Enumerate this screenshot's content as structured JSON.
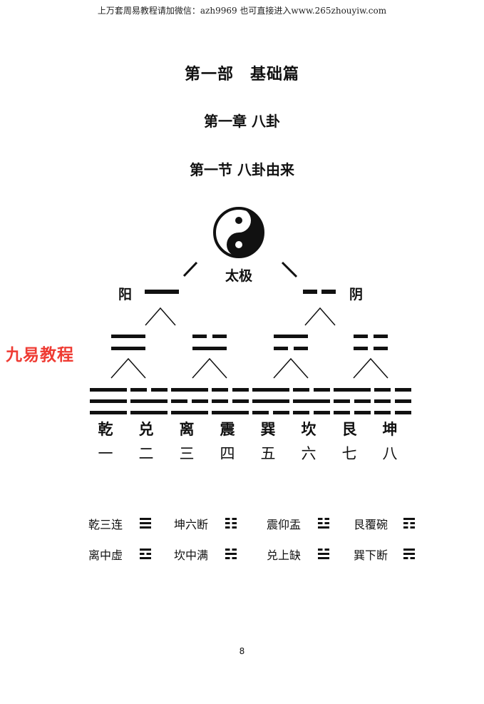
{
  "header": {
    "text": "上万套周易教程请加微信：azh9969   也可直接进入www.265zhouyiw.com"
  },
  "titles": {
    "part": "第一部　基础篇",
    "chapter": "第一章 八卦",
    "section": "第一节 八卦由来"
  },
  "diagram": {
    "taiji_label": "太极",
    "yang_label": "阳",
    "yin_label": "阴",
    "trigrams": [
      {
        "name": "乾",
        "number": "一",
        "lines": [
          1,
          1,
          1
        ]
      },
      {
        "name": "兑",
        "number": "二",
        "lines": [
          0,
          1,
          1
        ]
      },
      {
        "name": "离",
        "number": "三",
        "lines": [
          1,
          0,
          1
        ]
      },
      {
        "name": "震",
        "number": "四",
        "lines": [
          0,
          0,
          1
        ]
      },
      {
        "name": "巽",
        "number": "五",
        "lines": [
          1,
          1,
          0
        ]
      },
      {
        "name": "坎",
        "number": "六",
        "lines": [
          0,
          1,
          0
        ]
      },
      {
        "name": "艮",
        "number": "七",
        "lines": [
          1,
          0,
          0
        ]
      },
      {
        "name": "坤",
        "number": "八",
        "lines": [
          0,
          0,
          0
        ]
      }
    ]
  },
  "watermark": "九易教程",
  "mnemonics": [
    {
      "text": "乾三连",
      "lines": [
        1,
        1,
        1
      ]
    },
    {
      "text": "坤六断",
      "lines": [
        0,
        0,
        0
      ]
    },
    {
      "text": "震仰盂",
      "lines": [
        0,
        0,
        1
      ]
    },
    {
      "text": "艮覆碗",
      "lines": [
        1,
        0,
        0
      ]
    },
    {
      "text": "离中虚",
      "lines": [
        1,
        0,
        1
      ]
    },
    {
      "text": "坎中满",
      "lines": [
        0,
        1,
        0
      ]
    },
    {
      "text": "兑上缺",
      "lines": [
        0,
        1,
        1
      ]
    },
    {
      "text": "巽下断",
      "lines": [
        1,
        1,
        0
      ]
    }
  ],
  "page_number": "8"
}
